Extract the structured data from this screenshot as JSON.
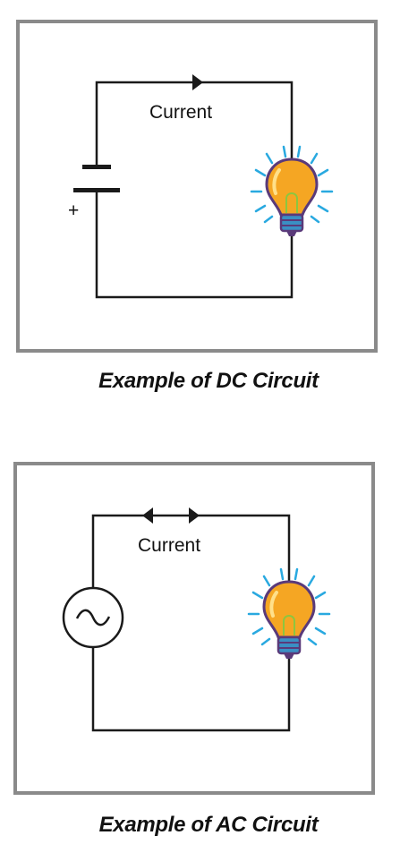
{
  "dc_circuit": {
    "current_label": "Current",
    "plus_sign": "+",
    "caption": "Example of DC Circuit"
  },
  "ac_circuit": {
    "current_label": "Current",
    "caption": "Example of AC Circuit"
  },
  "colors": {
    "wire": "#1a1a1a",
    "panel_border": "#8a8a8a",
    "bulb_glass": "#f5a623",
    "bulb_outline": "#5a3a7a",
    "bulb_base": "#3a8fc4",
    "glow_rays": "#29a9e0",
    "bulb_highlight": "#ffe08a"
  },
  "icons": {
    "battery": "battery-icon",
    "bulb": "light-bulb-icon",
    "ac_source": "ac-source-icon"
  }
}
